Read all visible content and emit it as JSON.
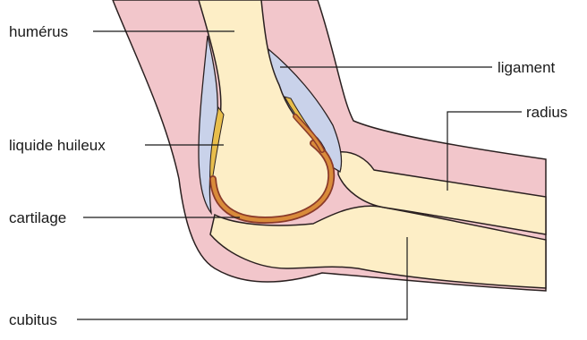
{
  "labels": {
    "humerus": "humérus",
    "ligament": "ligament",
    "radius": "radius",
    "liquide": "liquide huileux",
    "cartilage": "cartilage",
    "cubitus": "cubitus"
  },
  "colors": {
    "skin": "#f2c6cb",
    "skin_outline": "#2a2020",
    "bone": "#fdeec6",
    "ligament": "#c9d2ea",
    "fluid": "#e8be4c",
    "cartilage": "#d98b3a",
    "cartilage_edge": "#8a3a2a"
  }
}
